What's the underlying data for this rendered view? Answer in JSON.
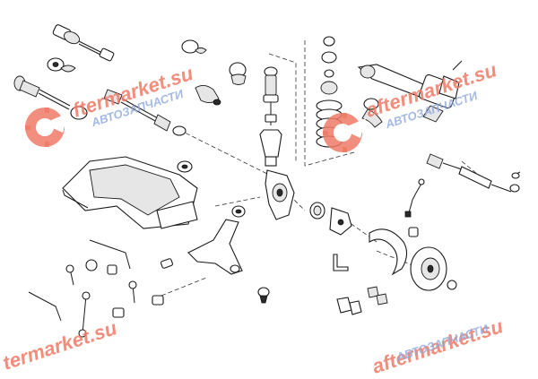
{
  "watermark": {
    "brand": "aftermarket.su",
    "brand_partial_left": "ftermarket.su",
    "brand_partial_bottom": "termarket.su",
    "subtitle": "АВТОЗАПЧАСТИ",
    "subtitle_partial_left": "АВТОЗАПЧАСТИ",
    "brand_color": "#f07a66",
    "subtitle_color": "#8fa9dd"
  },
  "colors": {
    "line": "#1a1a1a",
    "fill": "#ffffff",
    "shade": "#e6e6e6"
  },
  "parts": [
    "drive-shaft-upper",
    "drive-shaft-lower",
    "cv-boot-set",
    "subframe",
    "shock-absorber",
    "strut-mount",
    "coil-spring",
    "steering-rack",
    "tie-rod",
    "steering-knuckle",
    "wheel-hub",
    "brake-disc",
    "brake-shield",
    "brake-pads",
    "control-arm",
    "stabilizer-bar",
    "stabilizer-link",
    "abs-sensor",
    "bushings"
  ]
}
